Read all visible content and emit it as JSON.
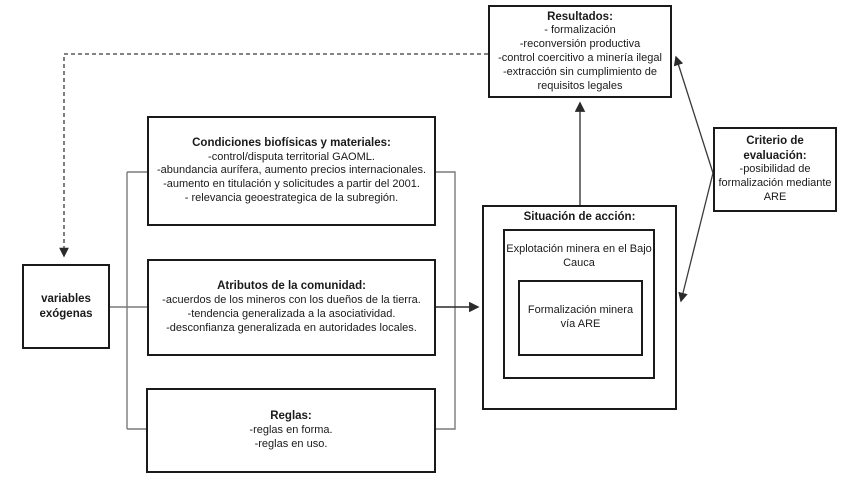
{
  "colors": {
    "box_border": "#1a1a1a",
    "bracket_connector": "#7a7a7a",
    "arrow_line": "#3a3a3a",
    "background": "#ffffff",
    "text": "#1a1a1a"
  },
  "boxes": {
    "resultados": {
      "title": "Resultados:",
      "lines": [
        "- formalización",
        "-reconversión productiva",
        "-control coercitivo a minería ilegal",
        "-extracción sin cumplimiento de requisitos legales"
      ]
    },
    "condiciones": {
      "title": "Condiciones biofísicas y materiales:",
      "lines": [
        "-control/disputa territorial GAOML.",
        "-abundancia aurífera, aumento precios internacionales.",
        "-aumento en titulación y solicitudes a partir del 2001.",
        "- relevancia geoestrategica de la subregión."
      ]
    },
    "atributos": {
      "title": "Atributos de la comunidad:",
      "lines": [
        "-acuerdos de los mineros con los dueños de la tierra.",
        "-tendencia generalizada a la asociatividad.",
        "-desconfianza generalizada en autoridades locales."
      ]
    },
    "reglas": {
      "title": "Reglas:",
      "lines": [
        "-reglas en forma.",
        "-reglas en uso."
      ]
    },
    "variables_exogenas": {
      "title": "variables exógenas"
    },
    "situacion_de_accion": {
      "title": "Situación de acción:"
    },
    "explotacion": {
      "label": "Explotación minera en el Bajo Cauca"
    },
    "formalizacion": {
      "label": "Formalización minera vía ARE"
    },
    "criterio": {
      "title": "Criterio de evaluación:",
      "lines": [
        "-posibilidad de formalización mediante ARE"
      ]
    }
  }
}
